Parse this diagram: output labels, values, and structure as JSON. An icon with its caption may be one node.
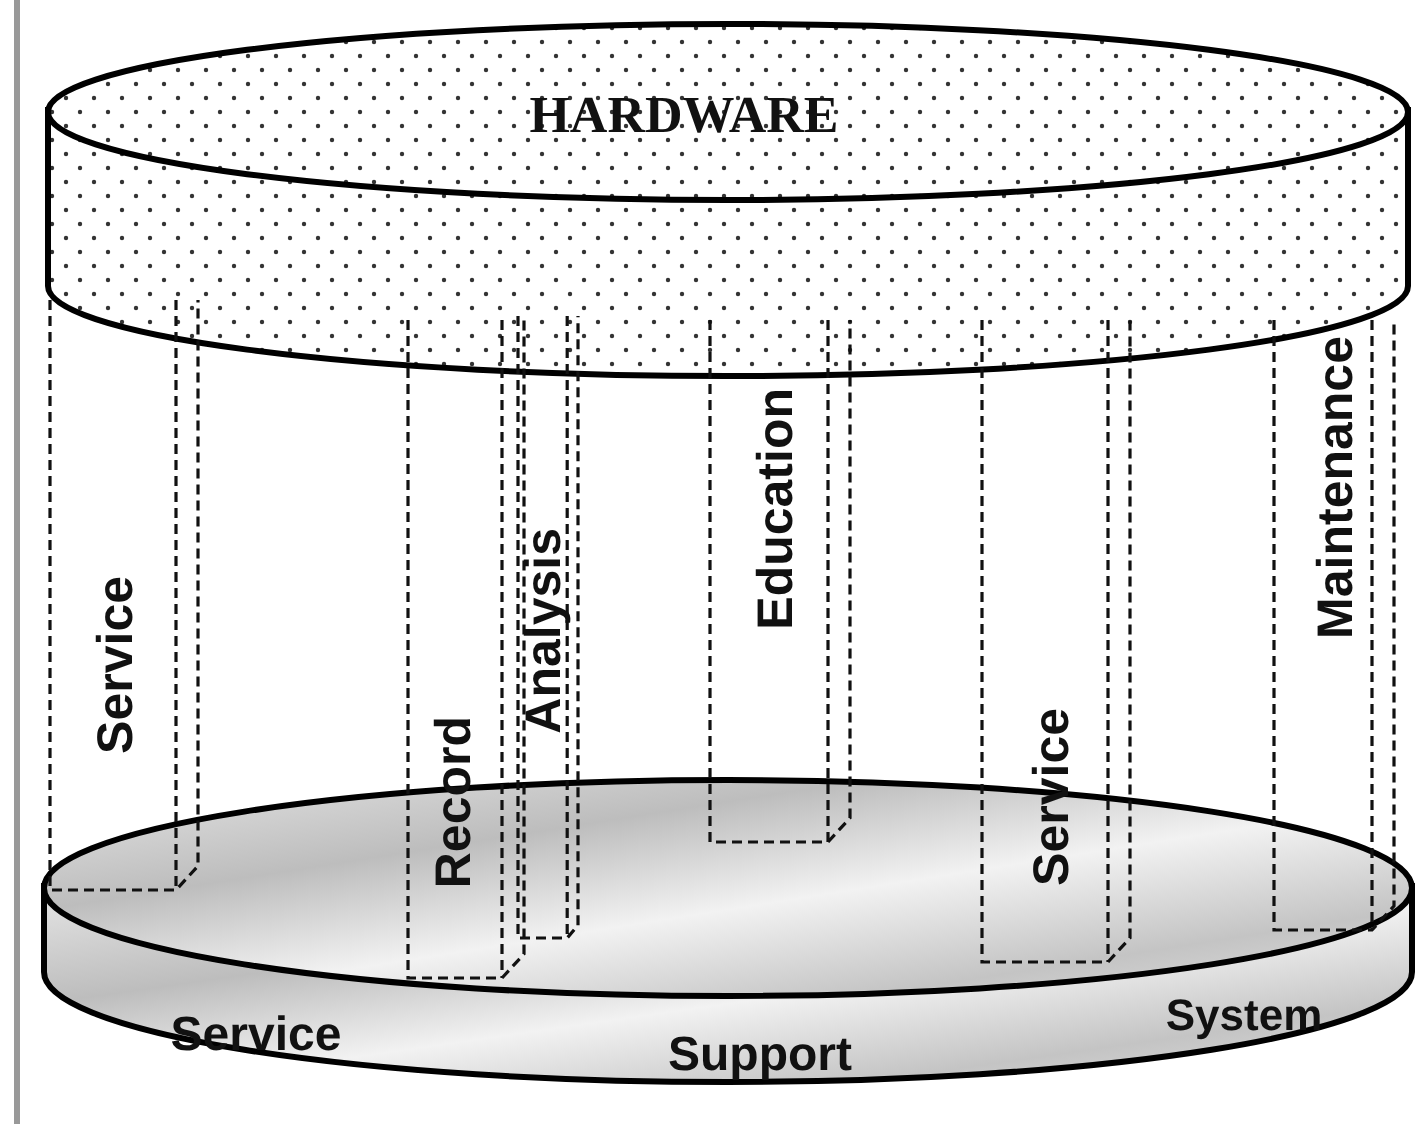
{
  "diagram": {
    "nodes": [
      {
        "text": [
          "HARDWARE"
        ]
      },
      {
        "text": [
          "Service"
        ]
      },
      {
        "text": [
          "Record"
        ]
      },
      {
        "text": [
          "Analysis"
        ]
      },
      {
        "text": [
          "Education"
        ]
      },
      {
        "text": [
          "Service"
        ]
      },
      {
        "text": [
          "Maintenance"
        ]
      },
      {
        "text": [
          "Service",
          "Support",
          "System"
        ]
      }
    ]
  }
}
